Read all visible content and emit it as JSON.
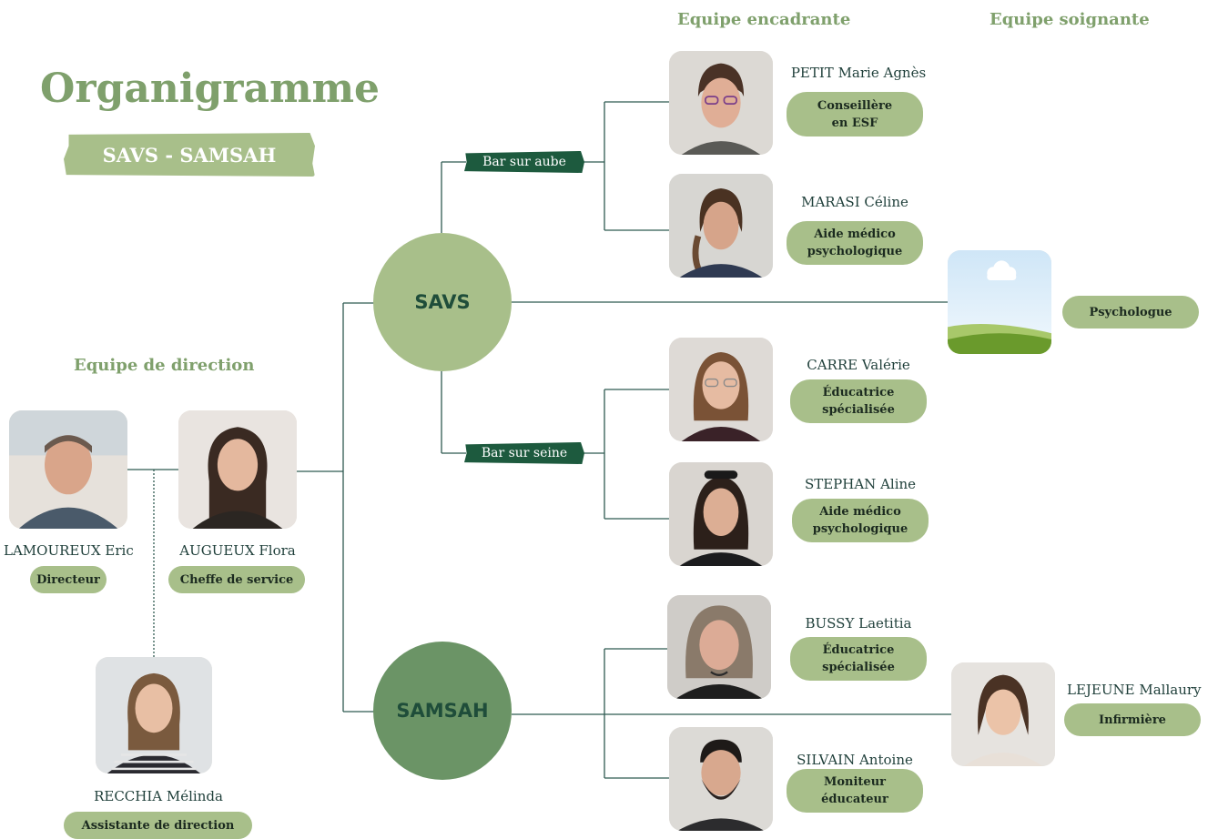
{
  "title": "Organigramme",
  "subtitle": "SAVS - SAMSAH",
  "sections": {
    "encadrante": "Equipe encadrante",
    "soignante": "Equipe soignante",
    "direction": "Equipe de direction"
  },
  "hubs": {
    "savs": "SAVS",
    "samsah": "SAMSAH"
  },
  "sites": {
    "aube": "Bar sur aube",
    "seine": "Bar sur seine"
  },
  "direction": [
    {
      "name": "LAMOUREUX Eric",
      "role": "Directeur"
    },
    {
      "name": "AUGUEUX Flora",
      "role": "Cheffe de service"
    },
    {
      "name": "RECCHIA Mélinda",
      "role": "Assistante de direction"
    }
  ],
  "staff": [
    {
      "name": "PETIT Marie Agnès",
      "role_line1": "Conseillère",
      "role_line2": "en ESF"
    },
    {
      "name": "MARASI Céline",
      "role_line1": "Aide médico",
      "role_line2": "psychologique"
    },
    {
      "name": "CARRE Valérie",
      "role_line1": "Éducatrice",
      "role_line2": "spécialisée"
    },
    {
      "name": "STEPHAN Aline",
      "role_line1": "Aide médico",
      "role_line2": "psychologique"
    },
    {
      "name": "BUSSY Laetitia",
      "role_line1": "Éducatrice",
      "role_line2": "spécialisée"
    },
    {
      "name": "SILVAIN Antoine",
      "role_line1": "Moniteur",
      "role_line2": "éducateur"
    }
  ],
  "care": [
    {
      "name": "",
      "role": "Psychologue"
    },
    {
      "name": "LEJEUNE Mallaury",
      "role": "Infirmière"
    }
  ],
  "colors": {
    "accent_green": "#7fa06c",
    "pill_green": "#a8bf8a",
    "savs_circle": "#a8bf8a",
    "samsah_circle": "#6b9466",
    "tag_dark": "#1d5a3e",
    "line": "#2f5a52"
  }
}
